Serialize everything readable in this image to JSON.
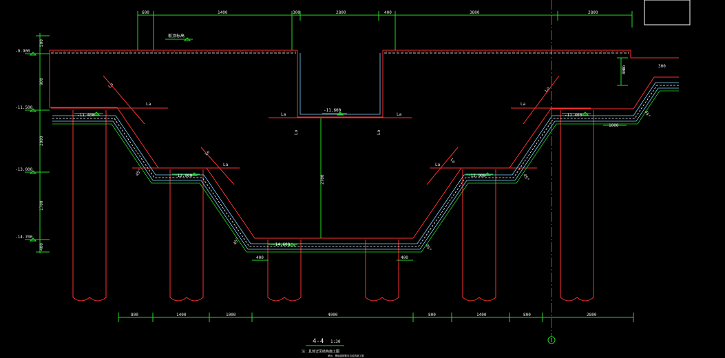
{
  "colors": {
    "background": "#000000",
    "outline": "#ff3030",
    "dimension": "#22dd22",
    "rebar": "#7fd4ff",
    "rebar2": "#ffffff",
    "text": "#e8e8e8",
    "gridline": "#ff2020"
  },
  "elevations": {
    "top": "-9.900",
    "e1": "-11.500",
    "e2": "-13.000",
    "e3": "-14.700"
  },
  "levels": {
    "pit_bottom": "-11.600",
    "left_step1": "-11.400",
    "left_step2": "-12.900",
    "bottom": "-14.600",
    "right_step2": "-12.900",
    "right_step1": "-11.400"
  },
  "top_dims": [
    "600",
    "1400",
    "300",
    "2800",
    "400",
    "3800",
    "2800"
  ],
  "bottom_dims": [
    "800",
    "1400",
    "1000",
    "4000",
    "800",
    "1400",
    "800",
    "2800"
  ],
  "left_dims": [
    "500",
    "900",
    "2000",
    "1700",
    "400"
  ],
  "labels": {
    "la": "La",
    "lo": "Lo",
    "slab_note": "板顶标高",
    "d300": "300",
    "d400a": "400",
    "d400b": "400",
    "d1000": "1000",
    "d2700": "2700",
    "d800": "800",
    "angle": "45°"
  },
  "section": {
    "title": "4-4",
    "scale": "1:30",
    "note": "注：具体详见结构施工图",
    "note2": "承台、基础梁配筋详见结构施工图"
  },
  "grid_bubble": "1"
}
